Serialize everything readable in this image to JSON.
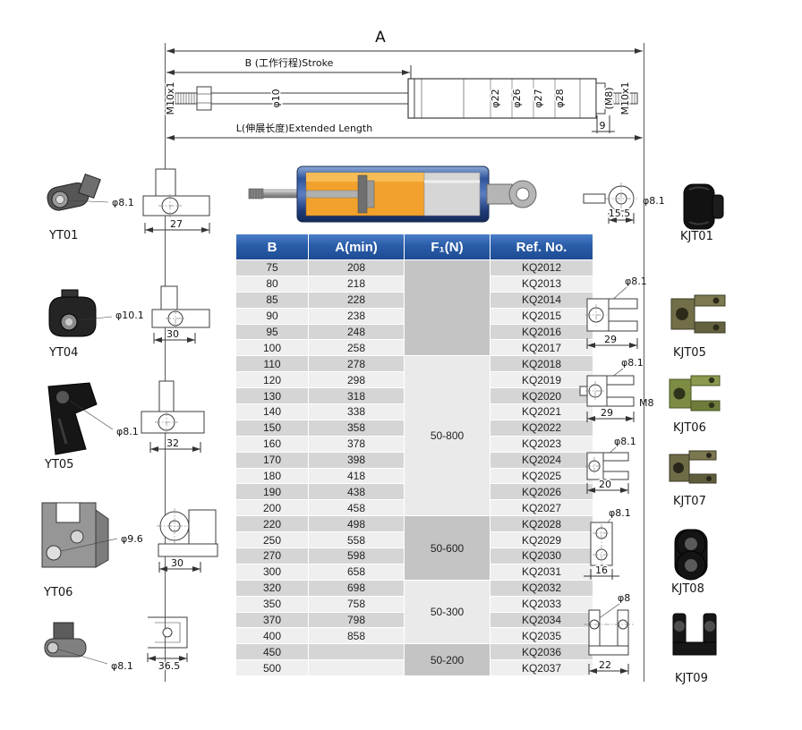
{
  "drawing": {
    "dim_a": "A",
    "dim_b_stroke": "B (工作行程)Stroke",
    "dim_l_extended": "L(伸展长度)Extended Length",
    "thread_left": "M10x1",
    "rod_diameter": "φ10",
    "tube_diameters": [
      "φ22",
      "φ26",
      "φ27",
      "φ28"
    ],
    "thread_right_inner": "(M8)",
    "thread_right_outer": "M10x1",
    "dim_right_end": "9"
  },
  "left_fittings": [
    {
      "label": "YT01",
      "dia": "φ8.1",
      "width": "27"
    },
    {
      "label": "YT04",
      "dia": "φ10.1",
      "width": "30"
    },
    {
      "label": "YT05",
      "dia": "φ8.1",
      "width": "32"
    },
    {
      "label": "YT06",
      "dia": "φ9.6",
      "width": "30"
    },
    {
      "label": "",
      "dia": "φ8.1",
      "width": "36.5"
    }
  ],
  "right_fittings": [
    {
      "label": "KJT01",
      "dia": "φ8.1",
      "dim": "15.5",
      "extra": ""
    },
    {
      "label": "KJT05",
      "dia": "φ8.1",
      "dim": "29",
      "extra": ""
    },
    {
      "label": "KJT06",
      "dia": "φ8.1",
      "dim": "29",
      "extra": "M8"
    },
    {
      "label": "KJT07",
      "dia": "φ8.1",
      "dim": "20",
      "extra": ""
    },
    {
      "label": "KJT08",
      "dia": "φ8.1",
      "dim": "16",
      "extra": ""
    },
    {
      "label": "KJT09",
      "dia": "φ8",
      "dim": "22",
      "extra": ""
    }
  ],
  "table": {
    "headers": [
      "B",
      "A(min)",
      "F₁(N)",
      "Ref. No."
    ],
    "force_groups": [
      {
        "label": "",
        "rows": 6
      },
      {
        "label": "50-800",
        "rows": 10
      },
      {
        "label": "50-600",
        "rows": 4
      },
      {
        "label": "50-300",
        "rows": 4
      },
      {
        "label": "50-200",
        "rows": 2
      }
    ],
    "rows": [
      {
        "b": "75",
        "a": "208",
        "ref": "KQ2012"
      },
      {
        "b": "80",
        "a": "218",
        "ref": "KQ2013"
      },
      {
        "b": "85",
        "a": "228",
        "ref": "KQ2014"
      },
      {
        "b": "90",
        "a": "238",
        "ref": "KQ2015"
      },
      {
        "b": "95",
        "a": "248",
        "ref": "KQ2016"
      },
      {
        "b": "100",
        "a": "258",
        "ref": "KQ2017"
      },
      {
        "b": "110",
        "a": "278",
        "ref": "KQ2018"
      },
      {
        "b": "120",
        "a": "298",
        "ref": "KQ2019"
      },
      {
        "b": "130",
        "a": "318",
        "ref": "KQ2020"
      },
      {
        "b": "140",
        "a": "338",
        "ref": "KQ2021"
      },
      {
        "b": "150",
        "a": "358",
        "ref": "KQ2022"
      },
      {
        "b": "160",
        "a": "378",
        "ref": "KQ2023"
      },
      {
        "b": "170",
        "a": "398",
        "ref": "KQ2024"
      },
      {
        "b": "180",
        "a": "418",
        "ref": "KQ2025"
      },
      {
        "b": "190",
        "a": "438",
        "ref": "KQ2026"
      },
      {
        "b": "200",
        "a": "458",
        "ref": "KQ2027"
      },
      {
        "b": "220",
        "a": "498",
        "ref": "KQ2028"
      },
      {
        "b": "250",
        "a": "558",
        "ref": "KQ2029"
      },
      {
        "b": "270",
        "a": "598",
        "ref": "KQ2030"
      },
      {
        "b": "300",
        "a": "658",
        "ref": "KQ2031"
      },
      {
        "b": "320",
        "a": "698",
        "ref": "KQ2032"
      },
      {
        "b": "350",
        "a": "758",
        "ref": "KQ2033"
      },
      {
        "b": "370",
        "a": "798",
        "ref": "KQ2034"
      },
      {
        "b": "400",
        "a": "858",
        "ref": "KQ2035"
      },
      {
        "b": "450",
        "a": "",
        "ref": "KQ2036"
      },
      {
        "b": "500",
        "a": "",
        "ref": "KQ2037"
      }
    ]
  }
}
